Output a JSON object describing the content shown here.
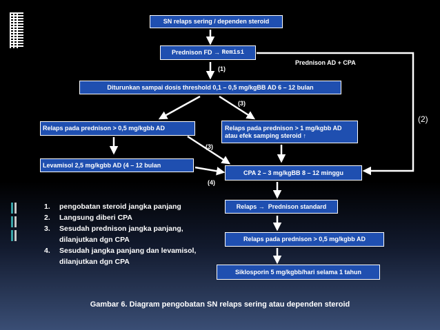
{
  "boxes": {
    "top": "SN relaps sering / dependen steroid",
    "prednison_fd_prefix": "Prednison FD",
    "prednison_fd_remisi": "Remisi",
    "diturunkan": "Diturunkan sampai dosis threshold 0,1 – 0,5 mg/kgBB AD 6 – 12 bulan",
    "relaps_05": "Relaps pada prednison > 0,5 mg/kgbb AD",
    "relaps_1": "Relaps pada prednison > 1 mg/kgbb AD atau efek samping steroid ↑",
    "levamisol": "Levamisol 2,5 mg/kgbb AD (4 – 12 bulan",
    "cpa": "CPA 2 – 3 mg/kgBB 8 – 12 minggu",
    "relaps_standard_prefix": "Relaps",
    "relaps_standard_suffix": "Prednison standard",
    "relaps_05_b": "Relaps pada prednison > 0,5 mg/kgbb AD",
    "siklosporin": "Siklosporin 5 mg/kgbb/hari selama 1 tahun"
  },
  "labels": {
    "l1": "(1)",
    "l3a": "(3)",
    "l3b": "(3)",
    "l4": "(4)",
    "l2": "(2)",
    "prednison_ad_cpa": "Prednison AD + CPA"
  },
  "legend": [
    {
      "num": "1.",
      "text": "pengobatan steroid jangka panjang"
    },
    {
      "num": "2.",
      "text": "Langsung diberi CPA"
    },
    {
      "num": "3.",
      "text": "Sesudah prednison jangka panjang, dilanjutkan dgn CPA"
    },
    {
      "num": "4.",
      "text": "Sesudah jangka panjang dan levamisol, dilanjutkan dgn CPA"
    }
  ],
  "caption": "Gambar 6. Diagram pengobatan SN relaps sering atau dependen steroid",
  "colors": {
    "box": "#1f4fb0",
    "arrow": "#ffffff",
    "bar_teal": "#3aa3a8",
    "bar_grey": "#c9c9c9"
  }
}
